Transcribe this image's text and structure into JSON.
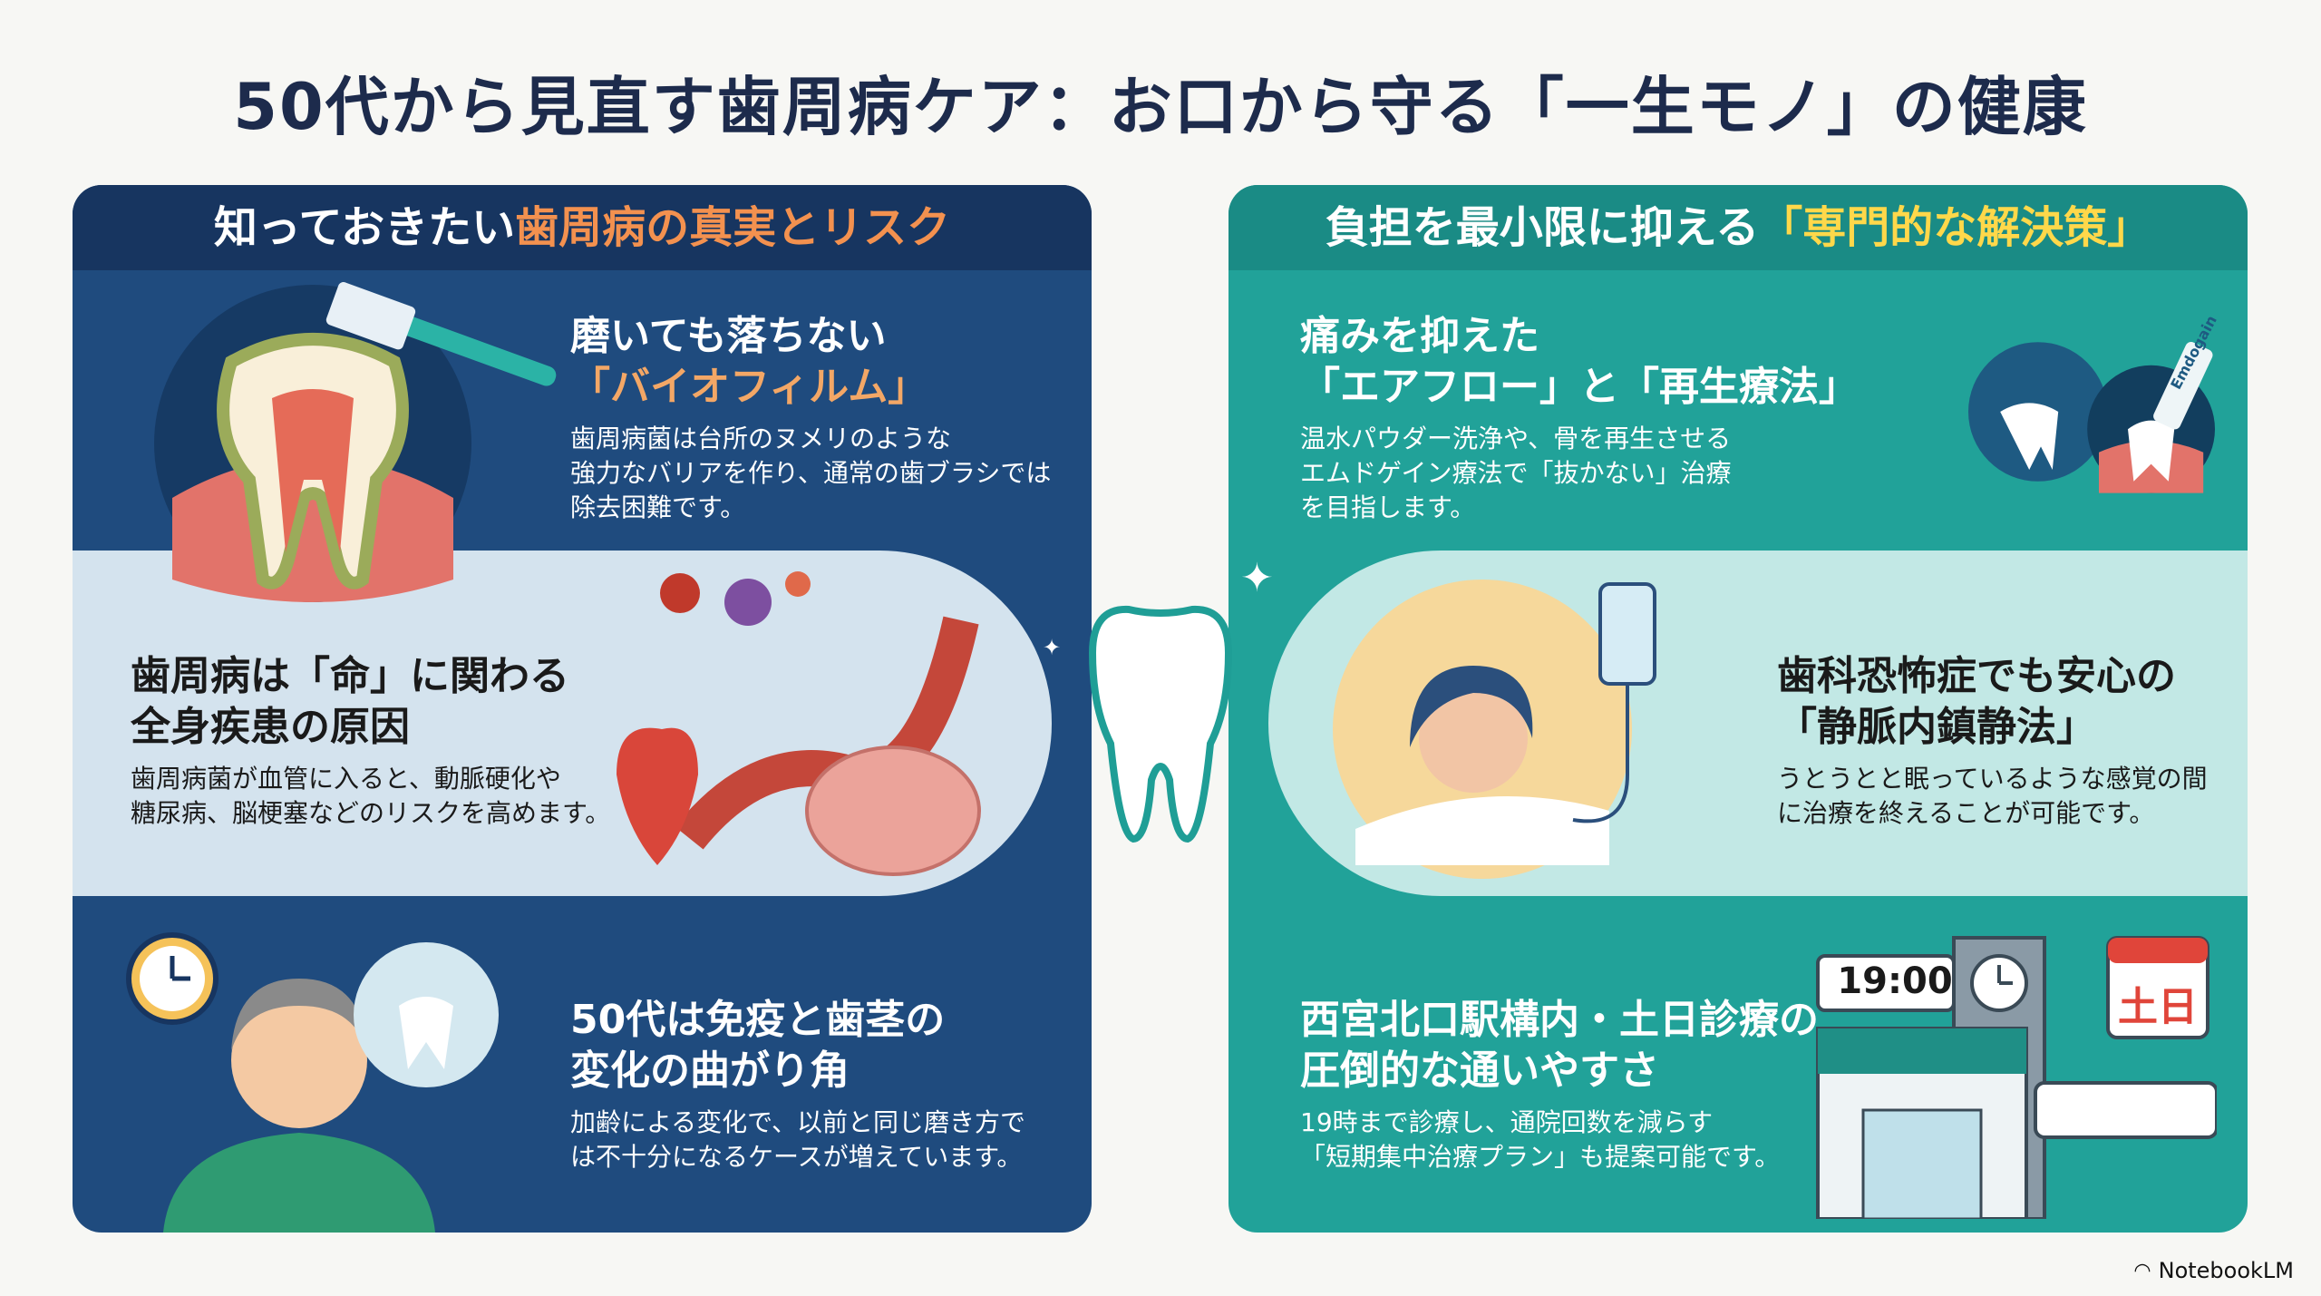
{
  "title": "50代から見直す歯周病ケア：お口から守る「一生モノ」の健康",
  "left": {
    "header_plain": "知っておきたい",
    "header_accent": "歯周病の真実とリスク",
    "items": [
      {
        "title_line1": "磨いても落ちない",
        "title_line2": "「バイオフィルム」",
        "body_line1": "歯周病菌は台所のヌメリのような",
        "body_line2": "強力なバリアを作り、通常の歯ブラシでは",
        "body_line3": "除去困難です。"
      },
      {
        "title_line1": "歯周病は「命」に関わる",
        "title_line2": "全身疾患の原因",
        "body_line1": "歯周病菌が血管に入ると、動脈硬化や",
        "body_line2": "糖尿病、脳梗塞などのリスクを高めます。"
      },
      {
        "title_line1": "50代は免疫と歯茎の",
        "title_line2": "変化の曲がり角",
        "body_line1": "加齢による変化で、以前と同じ磨き方で",
        "body_line2": "は不十分になるケースが増えています。"
      }
    ]
  },
  "right": {
    "header_plain": "負担を最小限に抑える",
    "header_accent": "「専門的な解決策」",
    "items": [
      {
        "title_line1": "痛みを抑えた",
        "title_line2": "「エアフロー」と「再生療法」",
        "body_line1": "温水パウダー洗浄や、骨を再生させる",
        "body_line2": "エムドゲイン療法で「抜かない」治療",
        "body_line3": "を目指します。"
      },
      {
        "title_line1": "歯科恐怖症でも安心の",
        "title_line2": "「静脈内鎮静法」",
        "body_line1": "うとうとと眠っているような感覚の間",
        "body_line2": "に治療を終えることが可能です。"
      },
      {
        "title_line1": "西宮北口駅構内・土日診療の",
        "title_line2": "圧倒的な通いやすさ",
        "body_line1": "19時まで診療し、通院回数を減らす",
        "body_line2": "「短期集中治療プラン」も提案可能です。"
      }
    ]
  },
  "illustrations": {
    "tube_label": "Emdogain",
    "clock_time": "19:00",
    "calendar_label": "土日"
  },
  "brand": "NotebookLM",
  "colors": {
    "navy": "#1f4b7e",
    "teal": "#21a299",
    "orange": "#f3914f",
    "yellow": "#ffd84a"
  }
}
